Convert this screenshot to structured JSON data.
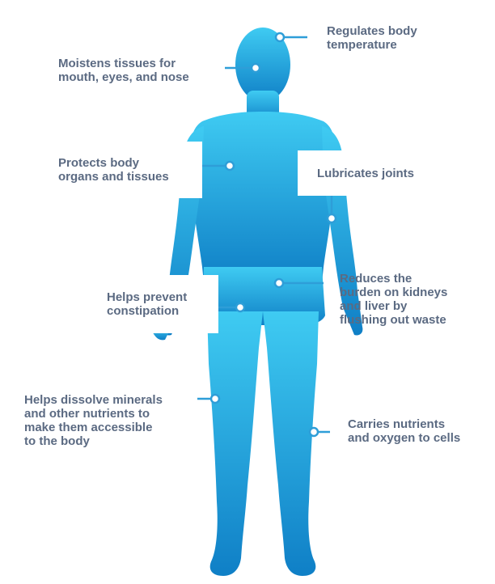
{
  "colors": {
    "body_top": "#3fcbf2",
    "body_bottom": "#0f7fc6",
    "connector": "#2e9ed8",
    "label_text": "#5b6a82"
  },
  "labels": {
    "regulates": [
      "Regulates body",
      "temperature"
    ],
    "moistens": [
      "Moistens tissues for",
      "mouth, eyes, and nose"
    ],
    "protects": [
      "Protects body",
      "organs and tissues"
    ],
    "lubricates": [
      "Lubricates joints"
    ],
    "reduces": [
      "Reduces the",
      "burden on kidneys",
      "and liver by",
      "flushing out waste"
    ],
    "constipation": [
      "Helps prevent",
      "constipation"
    ],
    "dissolve": [
      "Helps dissolve minerals",
      "and other nutrients to",
      "make them accessible",
      "to the body"
    ],
    "carries": [
      "Carries nutrients",
      "and oxygen to cells"
    ]
  }
}
